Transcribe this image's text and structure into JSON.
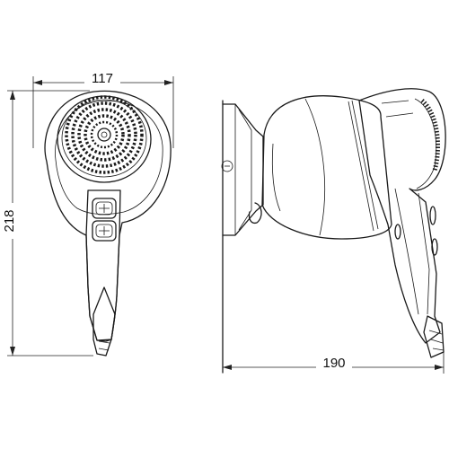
{
  "dimensions": {
    "width_label": "117",
    "height_label": "218",
    "depth_label": "190"
  },
  "colors": {
    "line": "#1a1a1a",
    "background": "#ffffff"
  }
}
